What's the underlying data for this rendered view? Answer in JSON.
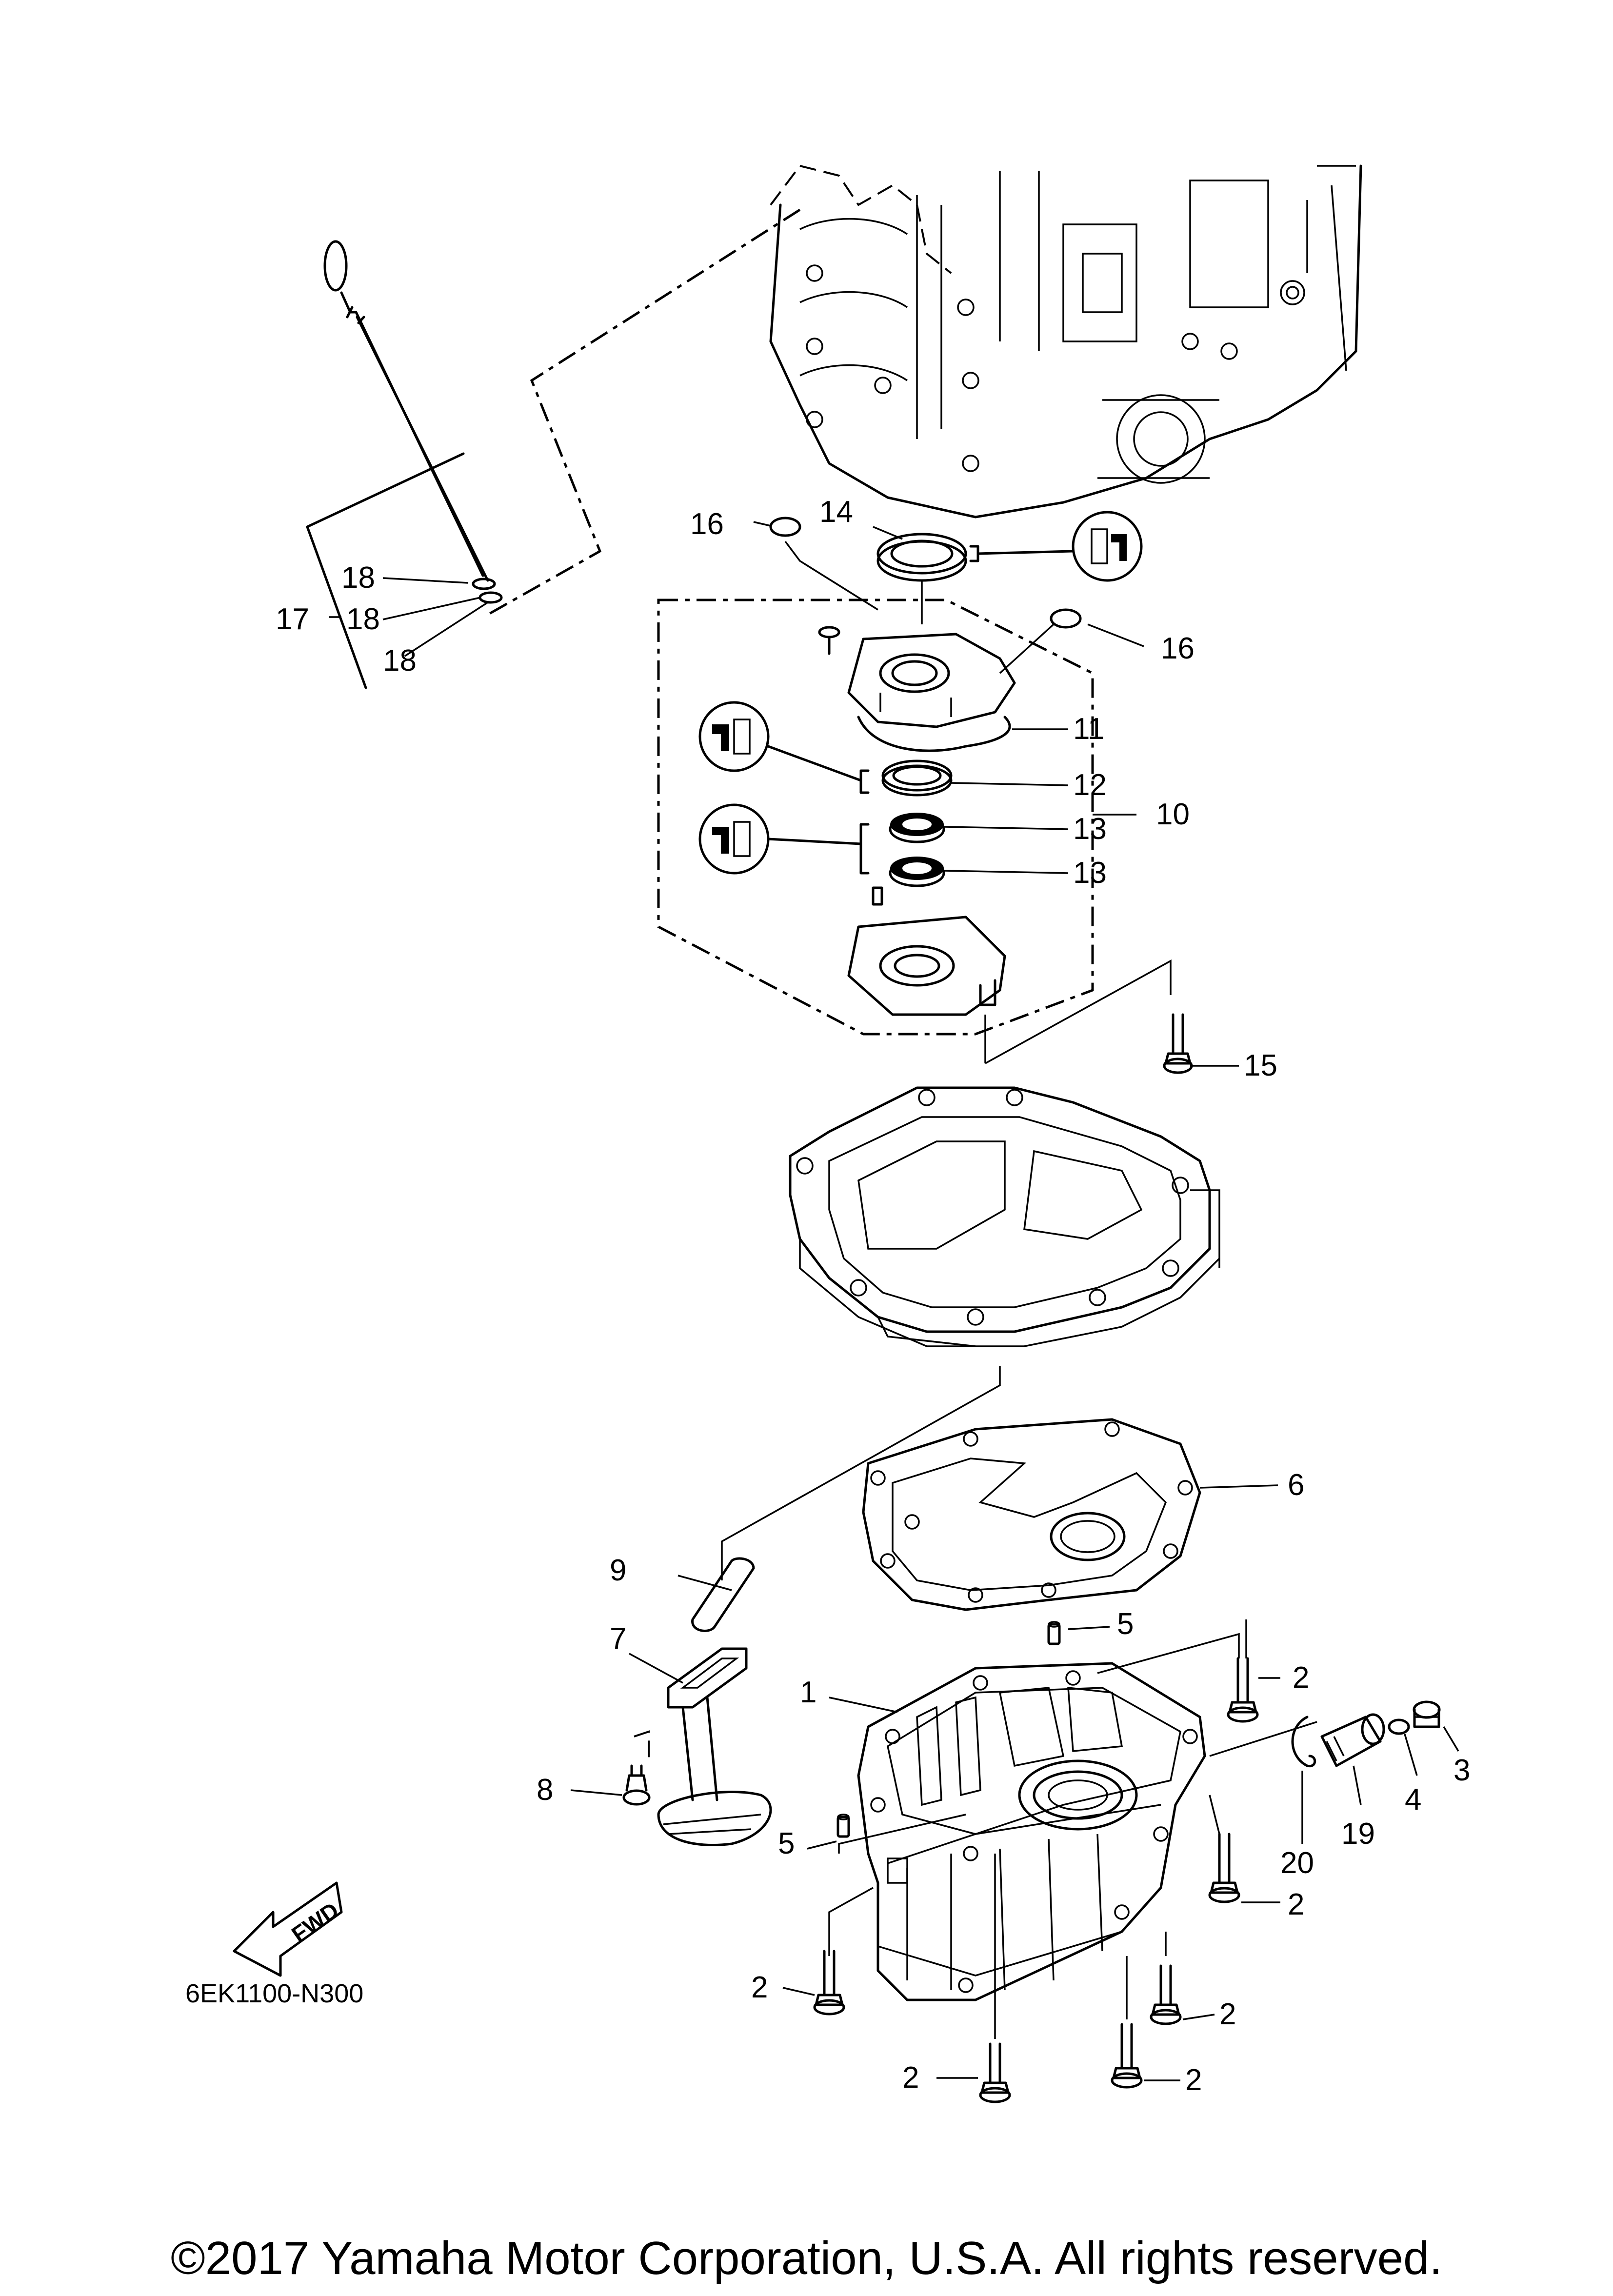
{
  "diagram_code": "6EK1100-N300",
  "fwd_label": "FWD",
  "copyright": "©2017 Yamaha Motor Corporation, U.S.A. All rights reserved.",
  "callouts": {
    "c1": "1",
    "c2a": "2",
    "c2b": "2",
    "c2c": "2",
    "c2d": "2",
    "c2e": "2",
    "c2f": "2",
    "c3": "3",
    "c4": "4",
    "c5a": "5",
    "c5b": "5",
    "c6": "6",
    "c7": "7",
    "c8": "8",
    "c9": "9",
    "c10": "10",
    "c11": "11",
    "c12": "12",
    "c13a": "13",
    "c13b": "13",
    "c14": "14",
    "c15": "15",
    "c16a": "16",
    "c16b": "16",
    "c17": "17",
    "c18a": "18",
    "c18b": "18",
    "c18c": "18",
    "c19": "19",
    "c20": "20"
  }
}
